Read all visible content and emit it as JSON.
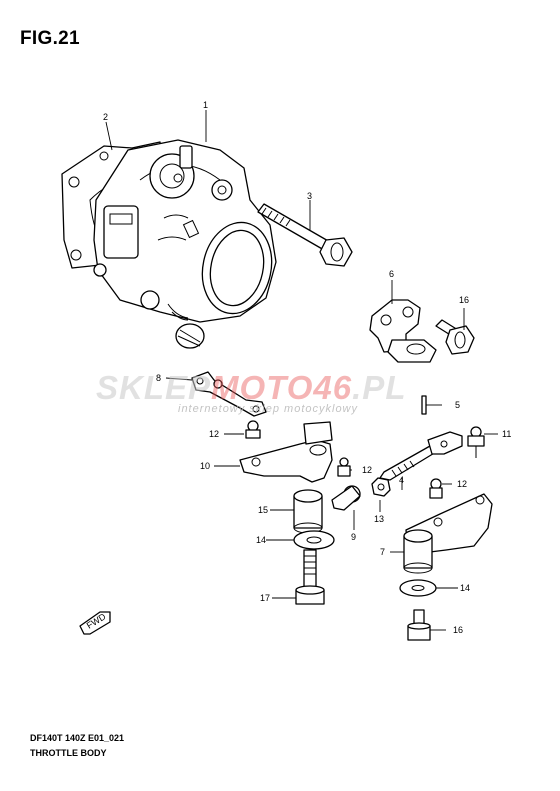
{
  "figure": {
    "title": "FIG.21"
  },
  "watermark": {
    "brand_a": "SKLEP",
    "brand_b": "MOTO",
    "brand_c": "46",
    "brand_d": ".PL",
    "tagline": "internetowy sklep motocyklowy"
  },
  "fwd_label": "FWD",
  "callouts": [
    "1",
    "2",
    "3",
    "4",
    "5",
    "6",
    "7",
    "8",
    "9",
    "10",
    "11",
    "12",
    "12",
    "12",
    "13",
    "14",
    "14",
    "15",
    "16",
    "16",
    "17"
  ],
  "footer": {
    "model": "DF140T 140Z E01_021",
    "caption": "THROTTLE BODY"
  }
}
